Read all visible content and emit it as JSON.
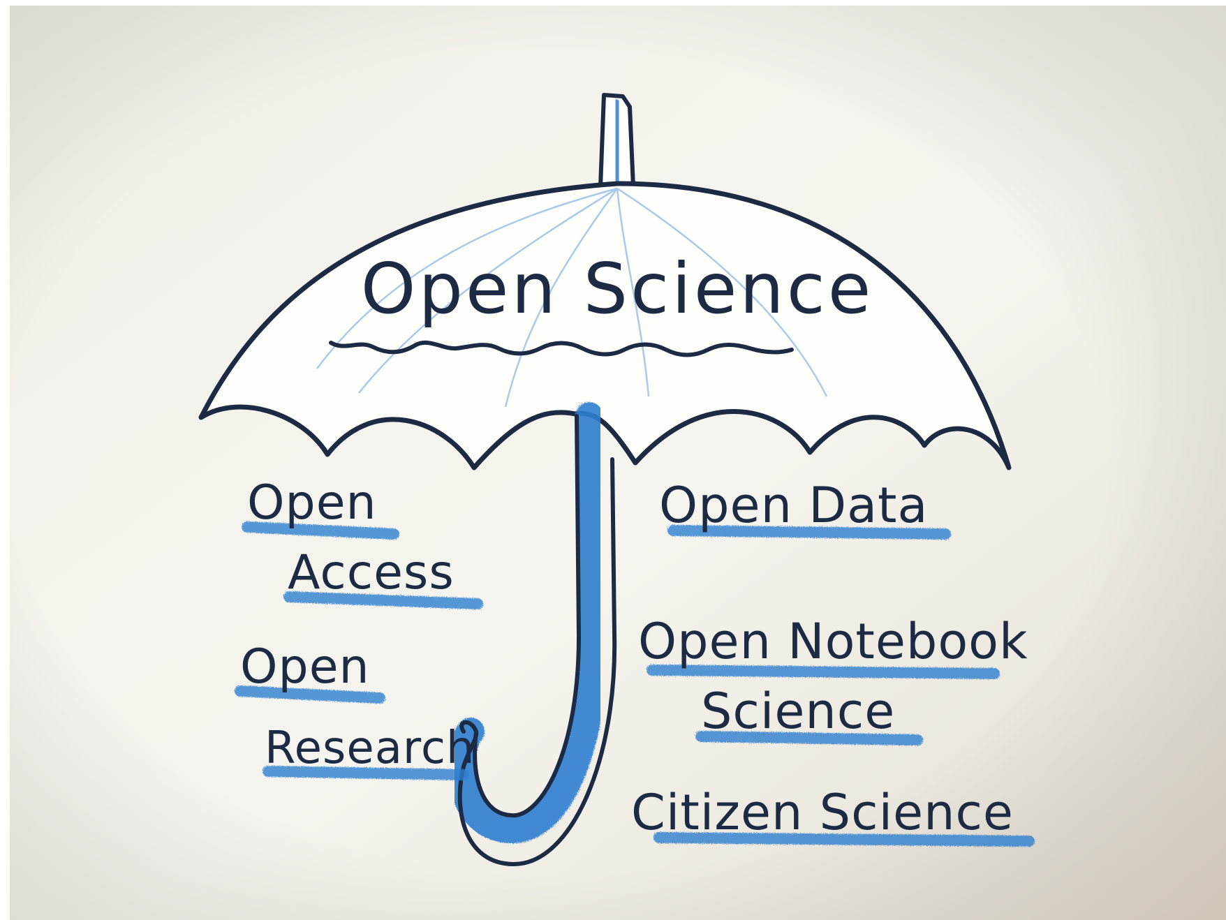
{
  "diagram": {
    "title": "Open Science",
    "left_items": [
      {
        "lines": [
          "Open",
          "Access"
        ]
      },
      {
        "lines": [
          "Open",
          "Research"
        ]
      }
    ],
    "right_items": [
      {
        "lines": [
          "Open Data"
        ]
      },
      {
        "lines": [
          "Open Notebook",
          "Science"
        ]
      },
      {
        "lines": [
          "Citizen Science"
        ]
      }
    ]
  },
  "colors": {
    "ink": "#1d2a44",
    "crayon_blue": "#2f7fd0",
    "paper": "#f4f2ec"
  },
  "icons": [
    "umbrella-icon"
  ]
}
